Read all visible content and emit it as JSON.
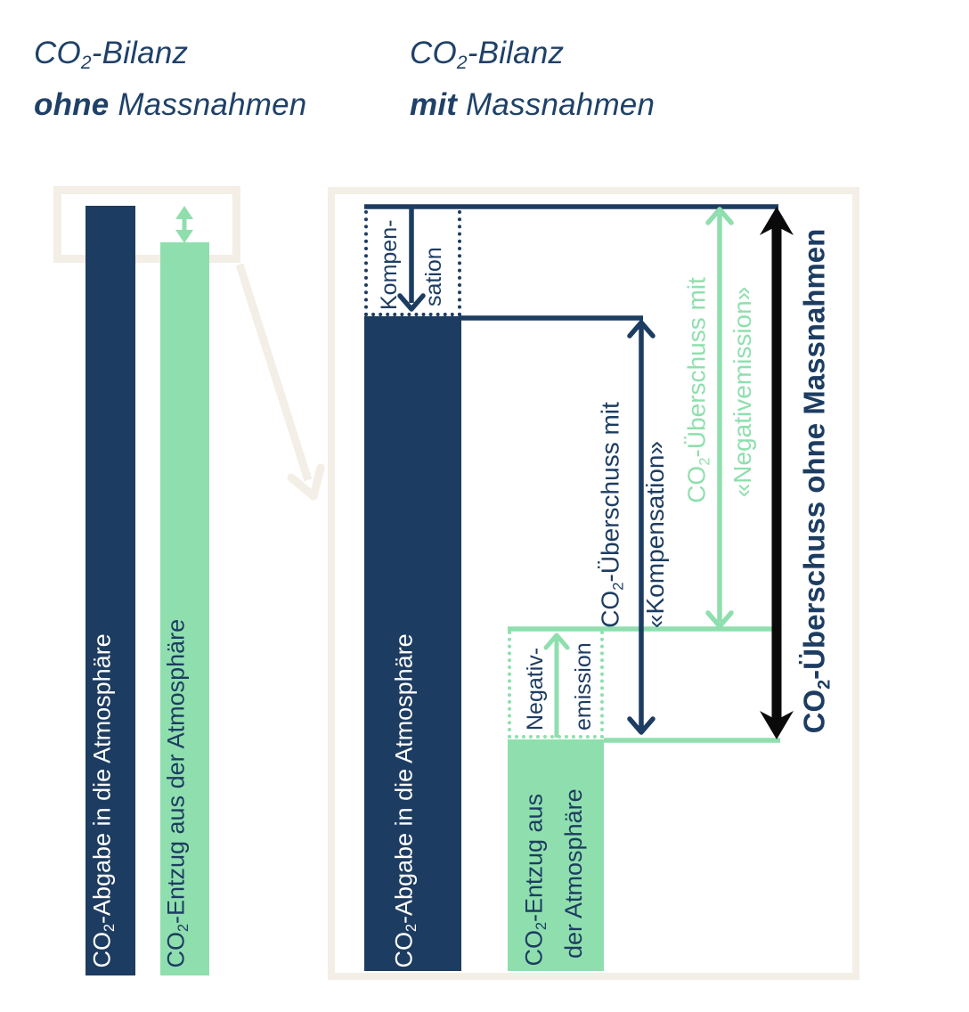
{
  "colors": {
    "navy": "#1d3c61",
    "green": "#8fdfae",
    "black": "#0a0a0a",
    "frame_beige": "#f3eee6",
    "title_navy": "#1f4168",
    "background": "#ffffff"
  },
  "titles": {
    "left": {
      "co": "CO",
      "sub": "2",
      "suffix": "-Bilanz",
      "emph": "ohne",
      "rest": " Massnahmen"
    },
    "right": {
      "co": "CO",
      "sub": "2",
      "suffix": "-Bilanz",
      "emph": "mit",
      "rest": " Massnahmen"
    }
  },
  "left_diagram": {
    "emission_bar_label": {
      "co": "CO",
      "sub": "2",
      "rest": "-Abgabe in die Atmosphäre"
    },
    "removal_bar_label": {
      "co": "CO",
      "sub": "2",
      "rest": "-Entzug aus der Atmosphäre"
    }
  },
  "right_diagram": {
    "emission_bar_label": {
      "co": "CO",
      "sub": "2",
      "rest": "-Abgabe in die Atmosphäre"
    },
    "removal_bar_label_line1": {
      "co": "CO",
      "sub": "2",
      "rest": "-Entzug aus"
    },
    "removal_bar_label_line2": "der Atmosphäre",
    "kompensation_box": {
      "line1": "Kompen-",
      "line2": "sation"
    },
    "negativemission_box": {
      "line1": "Negativ-",
      "line2": "emission"
    },
    "overhang_kompensation": {
      "co": "CO",
      "sub": "2",
      "rest": "-Überschuss mit",
      "line2": "«Kompensation»"
    },
    "overhang_negativemission": {
      "co": "CO",
      "sub": "2",
      "rest": "-Überschuss mit",
      "line2": "«Negativemission»"
    },
    "overhang_ohne_massnahmen": {
      "co": "CO",
      "sub": "2",
      "rest": "-Überschuss ohne Massnahmen"
    }
  }
}
